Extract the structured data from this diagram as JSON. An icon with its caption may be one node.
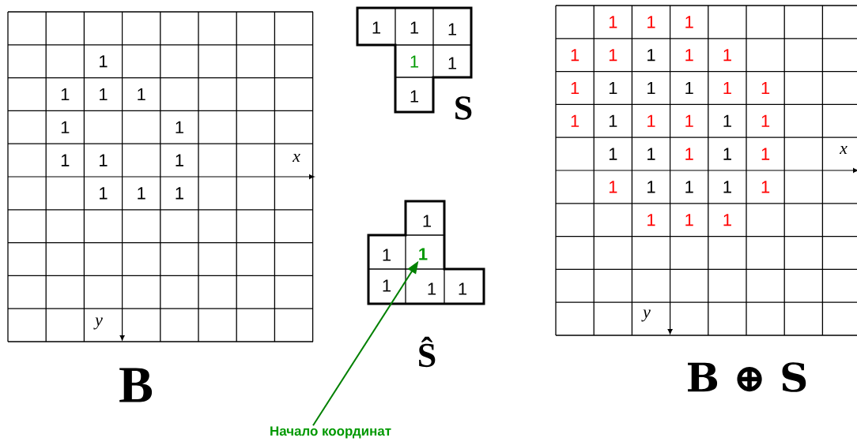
{
  "diagram": {
    "nodes": [
      {
        "text": [
          "Начало координат"
        ]
      },
      {
        "text": [
          "1"
        ]
      }
    ],
    "edges": [
      {
        "from": 0,
        "to": 1,
        "arrow": "to",
        "color": "#008000"
      }
    ],
    "labels": [
      "1",
      "1",
      "1",
      "1",
      "1",
      "1",
      "1",
      "1",
      "1",
      "1",
      "1",
      "1",
      "x",
      "y",
      "B",
      "1",
      "1",
      "1",
      "1",
      "1",
      "1",
      "S",
      "1",
      "1",
      "1",
      "1",
      "1",
      "Ŝ",
      "1",
      "1",
      "1",
      "1",
      "1",
      "1",
      "1",
      "1",
      "1",
      "1",
      "1",
      "1",
      "1",
      "1",
      "1",
      "1",
      "1",
      "1",
      "1",
      "1",
      "1",
      "1",
      "1",
      "1",
      "1",
      "1",
      "1",
      "1",
      "1",
      "1",
      "1",
      "1",
      "1",
      "x",
      "y",
      "B ⊕ S"
    ]
  }
}
